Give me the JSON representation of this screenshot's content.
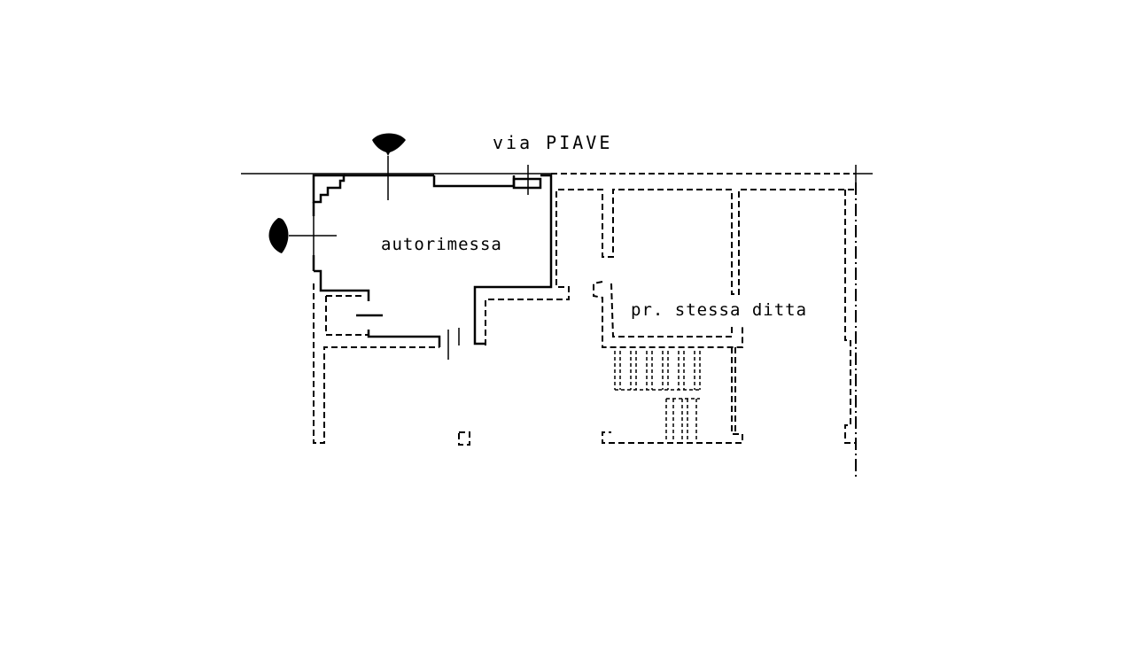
{
  "plan": {
    "street_label": "via PIAVE",
    "rooms": {
      "garage": "autorimessa",
      "adjacent": "pr. stessa ditta"
    },
    "colors": {
      "ink": "#000000",
      "paper": "#ffffff"
    },
    "icons": [
      "camera-viewpoint-icon",
      "camera-viewpoint-icon"
    ]
  }
}
